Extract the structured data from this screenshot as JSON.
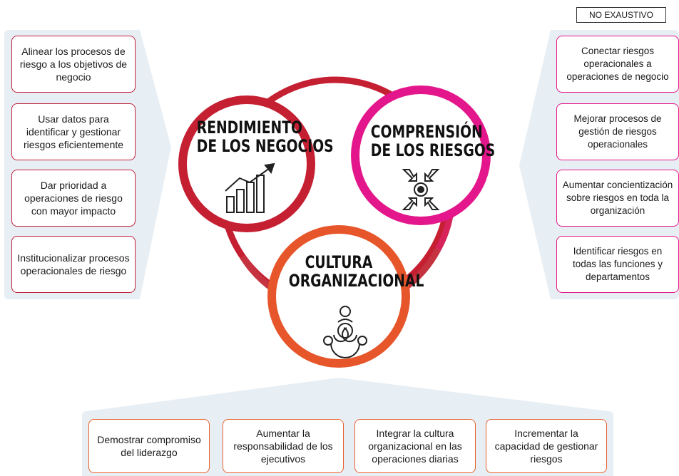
{
  "tag": "NO EXAUSTIVO",
  "circles": {
    "business": {
      "line1": "RENDIMIENTO",
      "line2": "DE LOS NEGOCIOS",
      "icon": "chart-up-icon",
      "color": "#c51f32"
    },
    "risk": {
      "line1": "COMPRENSIÓN",
      "line2": "DE LOS RIESGOS",
      "icon": "target-arrows-icon",
      "color": "#e3168b"
    },
    "culture": {
      "line1": "CULTURA",
      "line2": "ORGANIZACIONAL",
      "icon": "people-circle-icon",
      "color": "#e6562a"
    }
  },
  "left_cards": [
    "Alinear los procesos de riesgo a los objetivos de negocio",
    "Usar datos para identificar y gestionar riesgos eficientemente",
    "Dar prioridad a operaciones de riesgo con mayor impacto",
    "Institucionalizar procesos operacionales de riesgo"
  ],
  "right_cards": [
    "Conectar riesgos operacionales a operaciones de negocio",
    "Mejorar procesos de gestión de riesgos operacionales",
    "Aumentar concientización sobre riesgos en toda la organización",
    "Identificar riesgos en todas las funciones y departamentos"
  ],
  "bottom_cards": [
    "Demostrar compromiso del liderazgo",
    "Aumentar la responsabilidad de los ejecutivos",
    "Integrar la cultura organizacional en las operaciones diarias",
    "Incrementar la capacidad de gestionar riesgos"
  ]
}
